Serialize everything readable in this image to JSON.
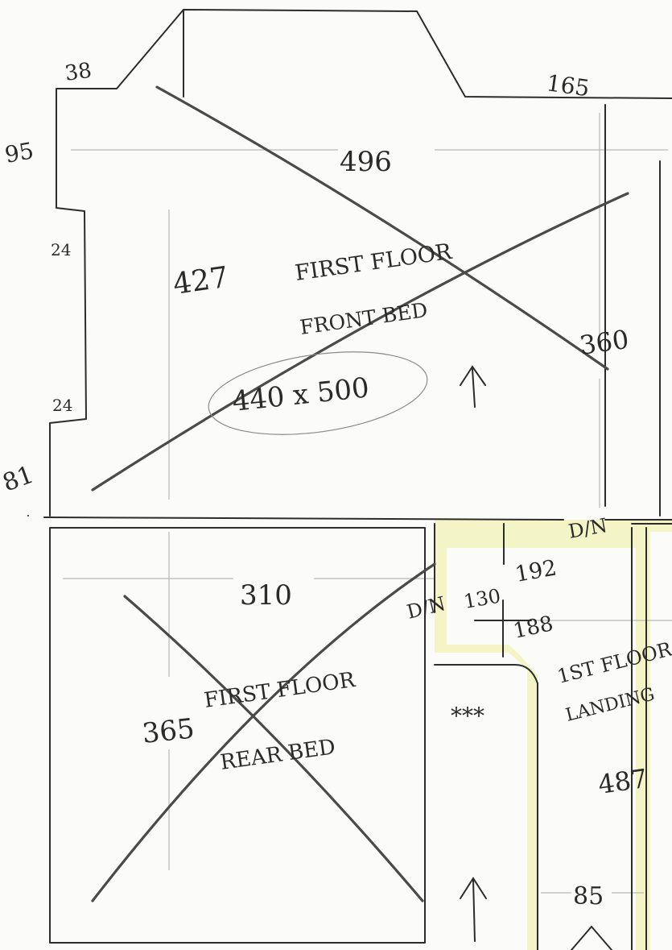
{
  "colors": {
    "paper": "#fbfbf9",
    "pencil": "#2c2c2c",
    "guide": "#b4b4b4",
    "highlight": "#f0f2a8",
    "cross": "#4a4a4a"
  },
  "front_bedroom": {
    "title_line1": "FIRST FLOOR",
    "title_line2": "FRONT BED",
    "size": "440 x 500",
    "dim_width": "496",
    "dim_height": "427",
    "dim_right": "360",
    "dim_top_left": "38",
    "dim_top_right": "165",
    "dim_left_upper": "95",
    "dim_left_step1": "24",
    "dim_left_step2": "24",
    "dim_left_lower": "81"
  },
  "rear_bedroom": {
    "title_line1": "FIRST FLOOR",
    "title_line2": "REAR BED",
    "dim_width": "310",
    "dim_height": "365"
  },
  "landing": {
    "title_line1": "1ST FLOOR",
    "title_line2": "LANDING",
    "dim_length": "487",
    "dim_width": "85",
    "dim_a": "192",
    "dim_b": "130",
    "dim_c": "188",
    "door_label_1": "D/N",
    "door_label_2": "D/N",
    "stars": "***"
  }
}
